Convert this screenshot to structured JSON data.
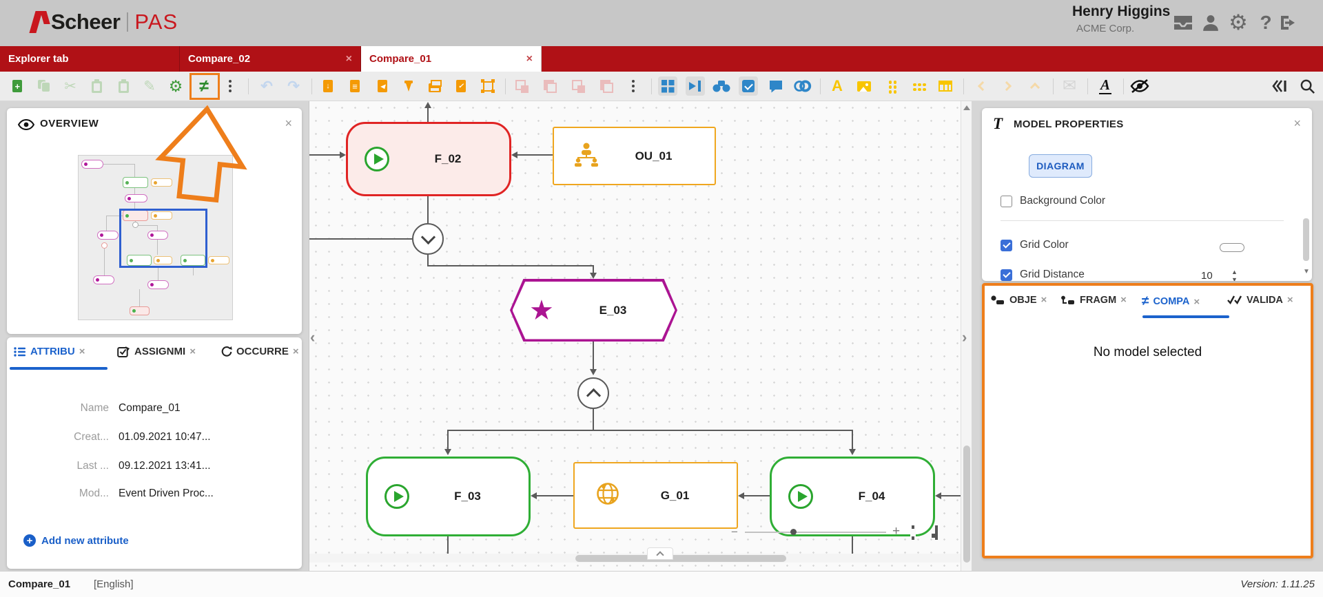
{
  "header": {
    "logo_scheer": "Scheer",
    "logo_pas": "PAS",
    "user_name": "Henry Higgins",
    "user_org": "ACME Corp.",
    "icons": [
      "inbox-icon",
      "user-icon",
      "gear-icon",
      "help-icon",
      "logout-icon"
    ]
  },
  "tabbar": {
    "tabs": [
      {
        "label": "Explorer tab",
        "closable": false,
        "active": false
      },
      {
        "label": "Compare_02",
        "closable": true,
        "active": false
      },
      {
        "label": "Compare_01",
        "closable": true,
        "active": true
      }
    ]
  },
  "toolbar": {
    "glyphs": {
      "cut": "✂",
      "edit": "✎",
      "settings": "⚙",
      "compare": "≠",
      "more": "⋮",
      "undo": "↶",
      "redo": "↷",
      "font": "A",
      "text_style": "A",
      "envelope": "✉",
      "collapse": "«",
      "help": "?",
      "close": "×",
      "star": "★",
      "plus": "+",
      "minus": "−",
      "spin_up": "▲",
      "spin_down": "▼"
    },
    "highlighted_icon": "compare-notequal-icon",
    "icon_names": [
      "new-document",
      "copy",
      "cut",
      "paste",
      "paste-special",
      "edit-pen",
      "settings-gear",
      "compare-notequal",
      "more-vert",
      "undo",
      "redo",
      "doc-download",
      "doc-lines",
      "doc-back",
      "pin",
      "print",
      "doc-check",
      "crop",
      "layer-front",
      "layer-back",
      "layer-up",
      "layer-down",
      "more-vert-2",
      "grid-window",
      "snap",
      "binoculars",
      "multi-select",
      "comment",
      "toggle-rings",
      "font-color",
      "image",
      "dots-vertical",
      "dots-grid",
      "table",
      "nav-left",
      "nav-right",
      "nav-up",
      "message",
      "text-style",
      "hide-eye",
      "collapse-panels",
      "search"
    ]
  },
  "overview_panel": {
    "title": "OVERVIEW"
  },
  "attributes_panel": {
    "tabs": [
      {
        "label": "ATTRIBU",
        "active": true
      },
      {
        "label": "ASSIGNMI",
        "active": false
      },
      {
        "label": "OCCURRE",
        "active": false
      }
    ],
    "fields": [
      {
        "label": "Name",
        "value": "Compare_01"
      },
      {
        "label": "Creat...",
        "value": "01.09.2021 10:47..."
      },
      {
        "label": "Last ...",
        "value": "09.12.2021 13:41..."
      },
      {
        "label": "Mod...",
        "value": "Event Driven Proc..."
      }
    ],
    "add_label": "Add new attribute"
  },
  "canvas": {
    "nodes": [
      {
        "id": "F_02",
        "label": "F_02",
        "type": "function-highlighted"
      },
      {
        "id": "OU_01",
        "label": "OU_01",
        "type": "org-unit"
      },
      {
        "id": "E_03",
        "label": "E_03",
        "type": "event"
      },
      {
        "id": "F_03",
        "label": "F_03",
        "type": "function"
      },
      {
        "id": "G_01",
        "label": "G_01",
        "type": "group"
      },
      {
        "id": "F_04",
        "label": "F_04",
        "type": "function"
      }
    ],
    "edges": [
      {
        "from": "top",
        "to": "F_02"
      },
      {
        "from": "OU_01",
        "to": "F_02"
      },
      {
        "from": "F_02",
        "to": "gateway-down"
      },
      {
        "from": "gateway-down",
        "to": "E_03"
      },
      {
        "from": "E_03",
        "to": "gateway-up"
      },
      {
        "from": "gateway-up",
        "to": "F_03"
      },
      {
        "from": "gateway-up",
        "to": "F_04"
      },
      {
        "from": "G_01",
        "to": "F_03"
      },
      {
        "from": "F_04",
        "to": "G_01"
      },
      {
        "from": "right-edge",
        "to": "F_04"
      }
    ]
  },
  "model_properties": {
    "type_icon": "T",
    "title": "MODEL PROPERTIES",
    "diagram_button": "DIAGRAM",
    "rows": [
      {
        "label": "Background Color",
        "checked": false
      },
      {
        "label": "Grid Color",
        "checked": true
      },
      {
        "label": "Grid Distance",
        "checked": true,
        "value": "10"
      }
    ]
  },
  "compare_panel": {
    "tabs": [
      {
        "label": "OBJE",
        "active": false
      },
      {
        "label": "FRAGM",
        "active": false
      },
      {
        "label": "COMPA",
        "active": true
      },
      {
        "label": "VALIDA",
        "active": false
      }
    ],
    "message": "No model selected"
  },
  "statusbar": {
    "model_name": "Compare_01",
    "language": "[English]",
    "version_label": "Version:",
    "version_value": "1.11.25"
  },
  "colors": {
    "accent_orange": "#ee7e1b",
    "brand_red": "#b01116",
    "logo_red": "#c9171e",
    "link_blue": "#1b62cc",
    "node_green": "#2fae35",
    "node_red": "#e02424",
    "node_orange": "#efa61e",
    "node_magenta": "#ab1492",
    "toolbar_green": "#3f9b3b",
    "toolbar_blue": "#2e86c8",
    "toolbar_yellow": "#f8c500"
  }
}
